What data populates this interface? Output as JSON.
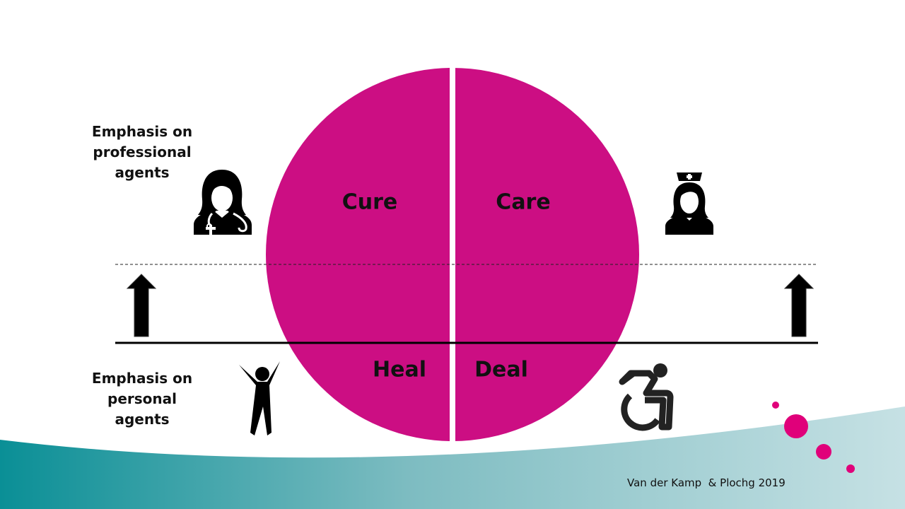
{
  "labels": {
    "top_left": [
      "Emphasis on",
      "professional",
      "agents"
    ],
    "bottom_left": [
      "Emphasis on",
      "personal",
      "agents"
    ],
    "cure": "Cure",
    "care": "Care",
    "heal": "Heal",
    "deal": "Deal"
  },
  "citation": "Van der Kamp  & Plochg 2019",
  "icons": [
    "doctor-icon",
    "nurse-icon",
    "cheering-person-icon",
    "wheelchair-icon",
    "up-arrow-icon"
  ],
  "colors": {
    "magenta": "#cc0e83",
    "dot": "#e0007a",
    "teal_dark": "#0a8f96",
    "teal_light": "#c6e1e4"
  }
}
